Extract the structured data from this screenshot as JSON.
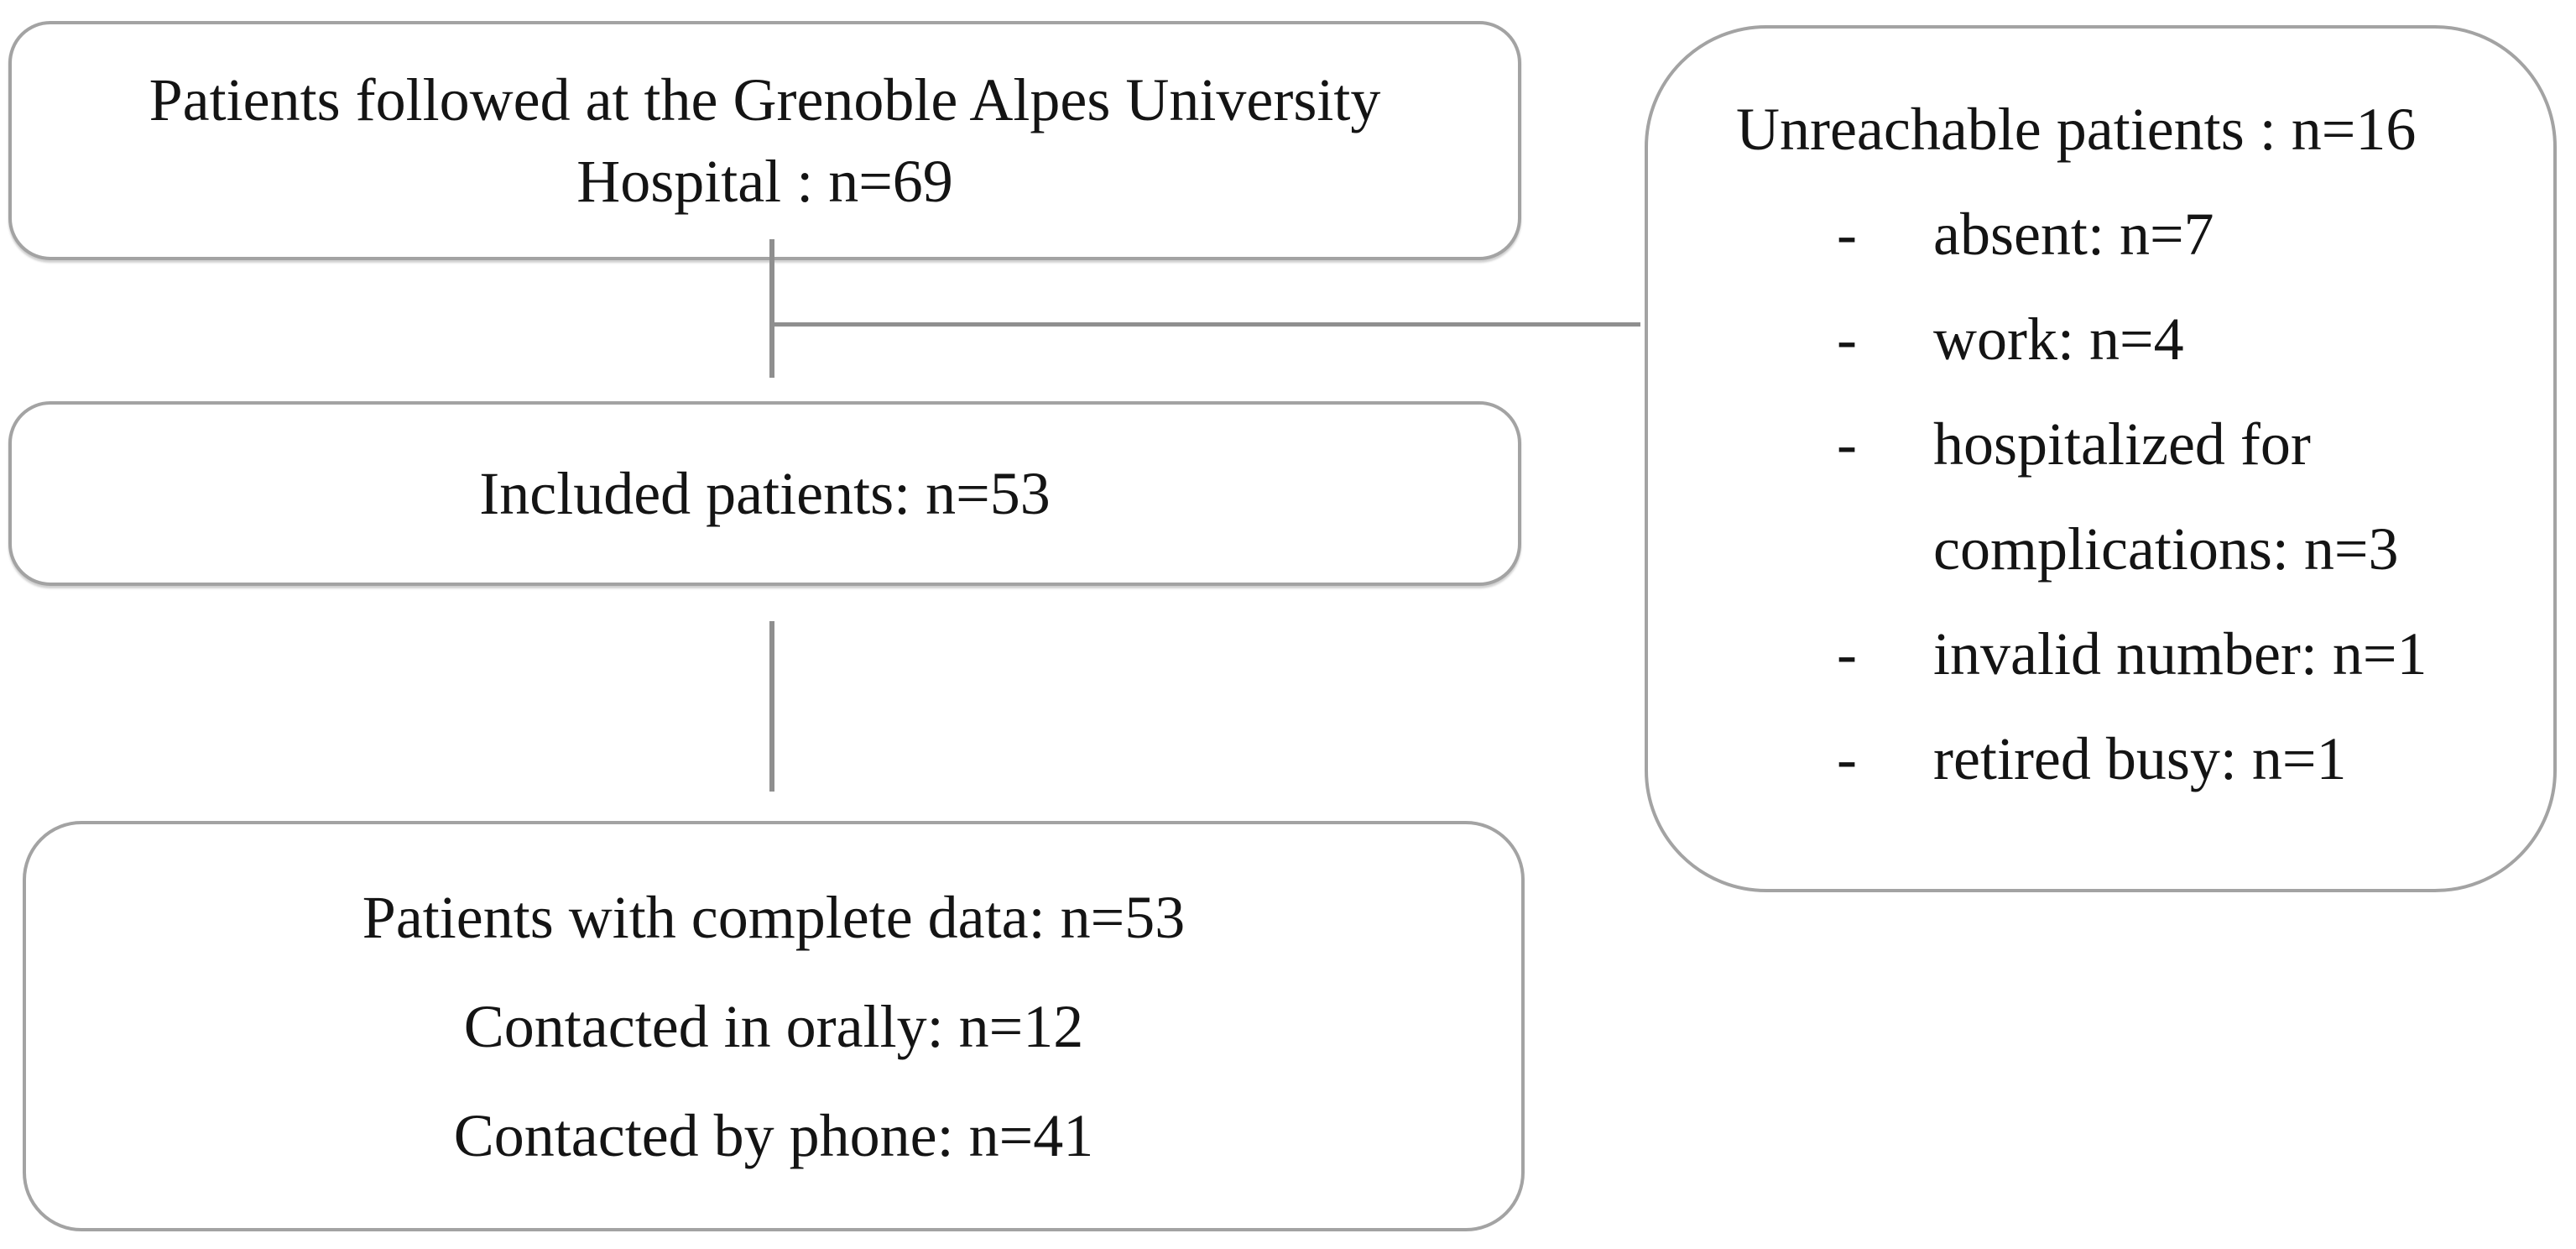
{
  "diagram": {
    "type": "patient-flowchart",
    "colors": {
      "background": "#ffffff",
      "box_border": "#a3a3a3",
      "connector": "#8f8f8f",
      "text": "#141414"
    },
    "boxes": {
      "top": {
        "lines": [
          "Patients followed at the Grenoble Alpes University",
          "Hospital : n=69"
        ]
      },
      "middle": {
        "lines": [
          "Included patients: n=53"
        ]
      },
      "bottom": {
        "lines": [
          "Patients with complete data: n=53",
          "Contacted in orally: n=12",
          "Contacted by phone: n=41"
        ]
      },
      "right": {
        "title": "Unreachable patients : n=16",
        "items": [
          {
            "bullet": "-",
            "text": "absent: n=7"
          },
          {
            "bullet": "-",
            "text": "work: n=4"
          },
          {
            "bullet": "-",
            "text": "hospitalized for complications: n=3"
          },
          {
            "bullet": "-",
            "text": "invalid number: n=1"
          },
          {
            "bullet": "-",
            "text": "retired busy: n=1"
          }
        ]
      }
    }
  }
}
